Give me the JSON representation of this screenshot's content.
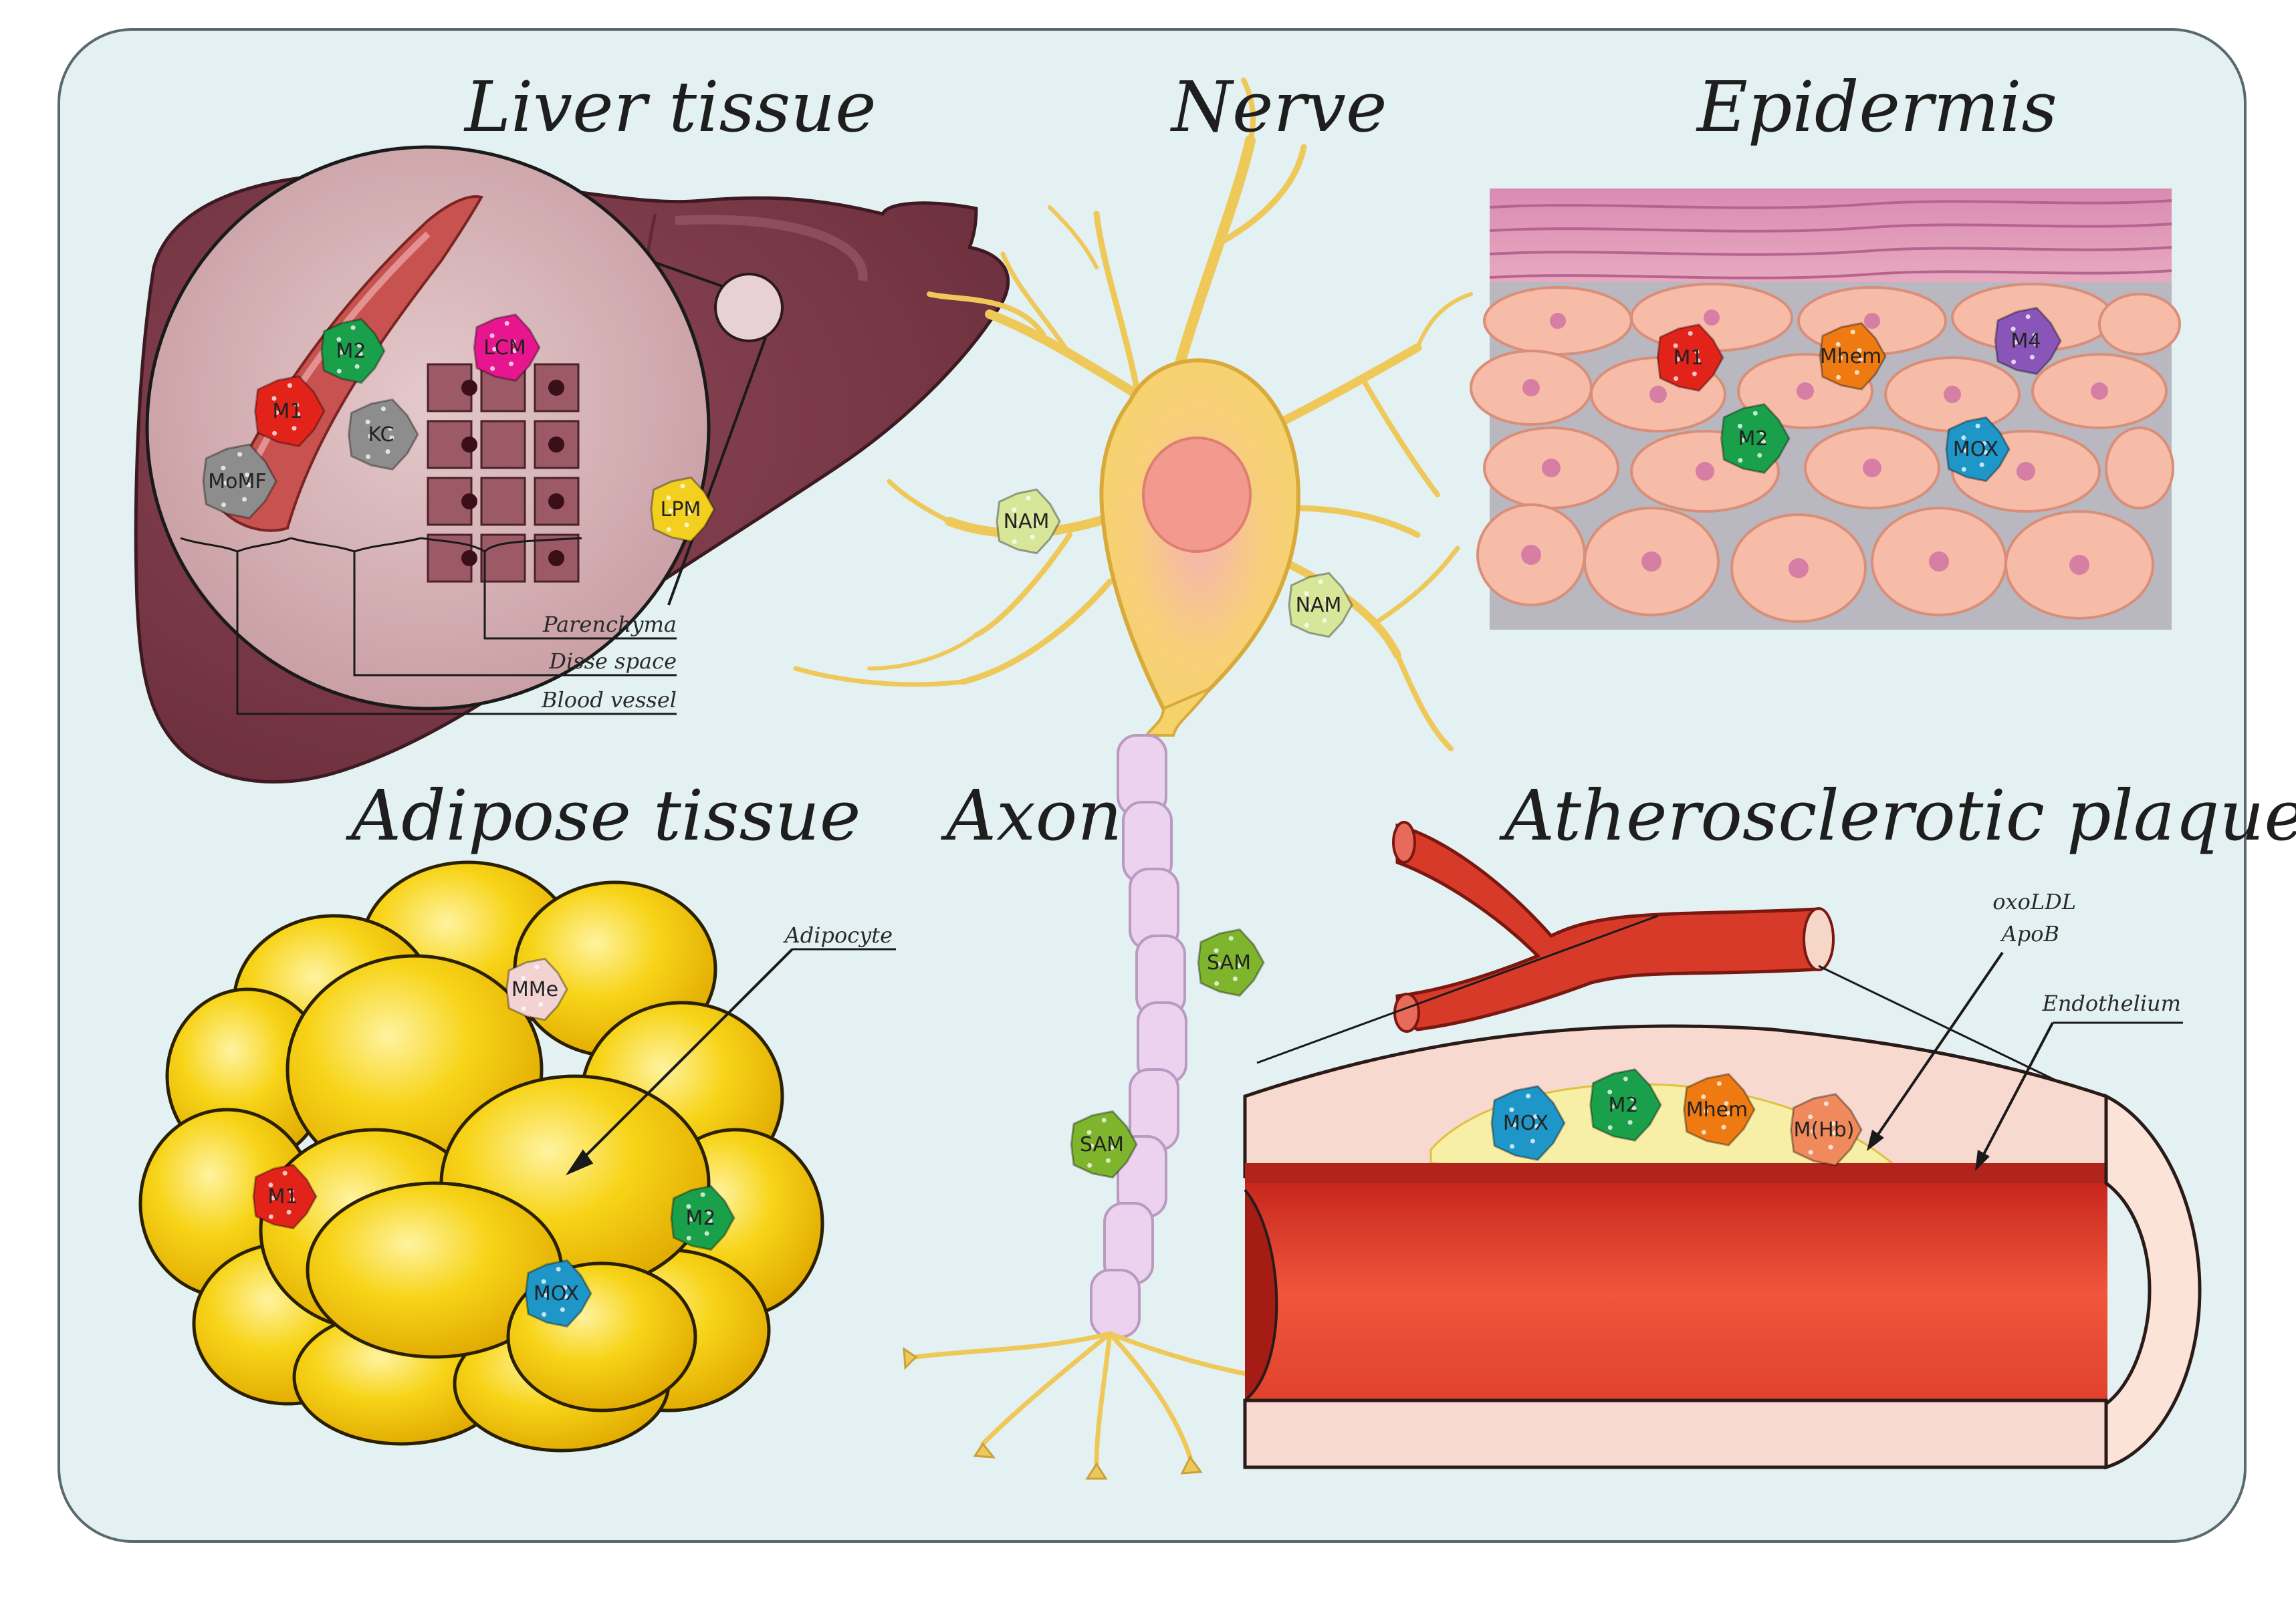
{
  "panels": {
    "liver": {
      "title": "Liver tissue",
      "notes": [
        "Parenchyma",
        "Disse space",
        "Blood vessel"
      ]
    },
    "nerve": {
      "title": "Nerve"
    },
    "epidermis": {
      "title": "Epidermis"
    },
    "adipose": {
      "title": "Adipose tissue",
      "notes": [
        "Adipocyte"
      ]
    },
    "axon": {
      "title": "Axon"
    },
    "plaque": {
      "title": "Atherosclerotic plaque",
      "notes": [
        "oxoLDL",
        "ApoB",
        "Endothelium"
      ]
    }
  },
  "cells": {
    "liver_m2": {
      "label": "M2",
      "color": "#1aa04a"
    },
    "liver_lcm": {
      "label": "LCM",
      "color": "#e8168e"
    },
    "liver_m1": {
      "label": "M1",
      "color": "#e2231a"
    },
    "liver_kc": {
      "label": "KC",
      "color": "#8d8d8d"
    },
    "liver_momf": {
      "label": "MoMF",
      "color": "#8d8d8d"
    },
    "liver_lpm": {
      "label": "LPM",
      "color": "#f3d01f"
    },
    "nerve_nam1": {
      "label": "NAM",
      "color": "#d8e69a"
    },
    "nerve_nam2": {
      "label": "NAM",
      "color": "#d8e69a"
    },
    "axon_sam1": {
      "label": "SAM",
      "color": "#7fb52c"
    },
    "axon_sam2": {
      "label": "SAM",
      "color": "#7fb52c"
    },
    "epi_m1": {
      "label": "M1",
      "color": "#e2231a"
    },
    "epi_mhem": {
      "label": "Mhem",
      "color": "#f07a12"
    },
    "epi_m4": {
      "label": "M4",
      "color": "#8a55b8"
    },
    "epi_m2": {
      "label": "M2",
      "color": "#1aa04a"
    },
    "epi_mox": {
      "label": "MOX",
      "color": "#1e96c8"
    },
    "adi_mme": {
      "label": "MMe",
      "color": "#f3d2d2"
    },
    "adi_m1": {
      "label": "M1",
      "color": "#e2231a"
    },
    "adi_m2": {
      "label": "M2",
      "color": "#1aa04a"
    },
    "adi_mox": {
      "label": "MOX",
      "color": "#1e96c8"
    },
    "pl_mox": {
      "label": "MOX",
      "color": "#1e96c8"
    },
    "pl_m2": {
      "label": "M2",
      "color": "#1aa04a"
    },
    "pl_mhem": {
      "label": "Mhem",
      "color": "#f07a12"
    },
    "pl_mhb": {
      "label": "M(Hb)",
      "color": "#f08a5d"
    }
  },
  "colors": {
    "background": "#e3f1f2",
    "liver": "#7d3a48",
    "adipocyte": "#f7cf10",
    "neuron": "#f6d36a",
    "myelin": "#e9d0ea",
    "vessel": "#d83a2a"
  }
}
